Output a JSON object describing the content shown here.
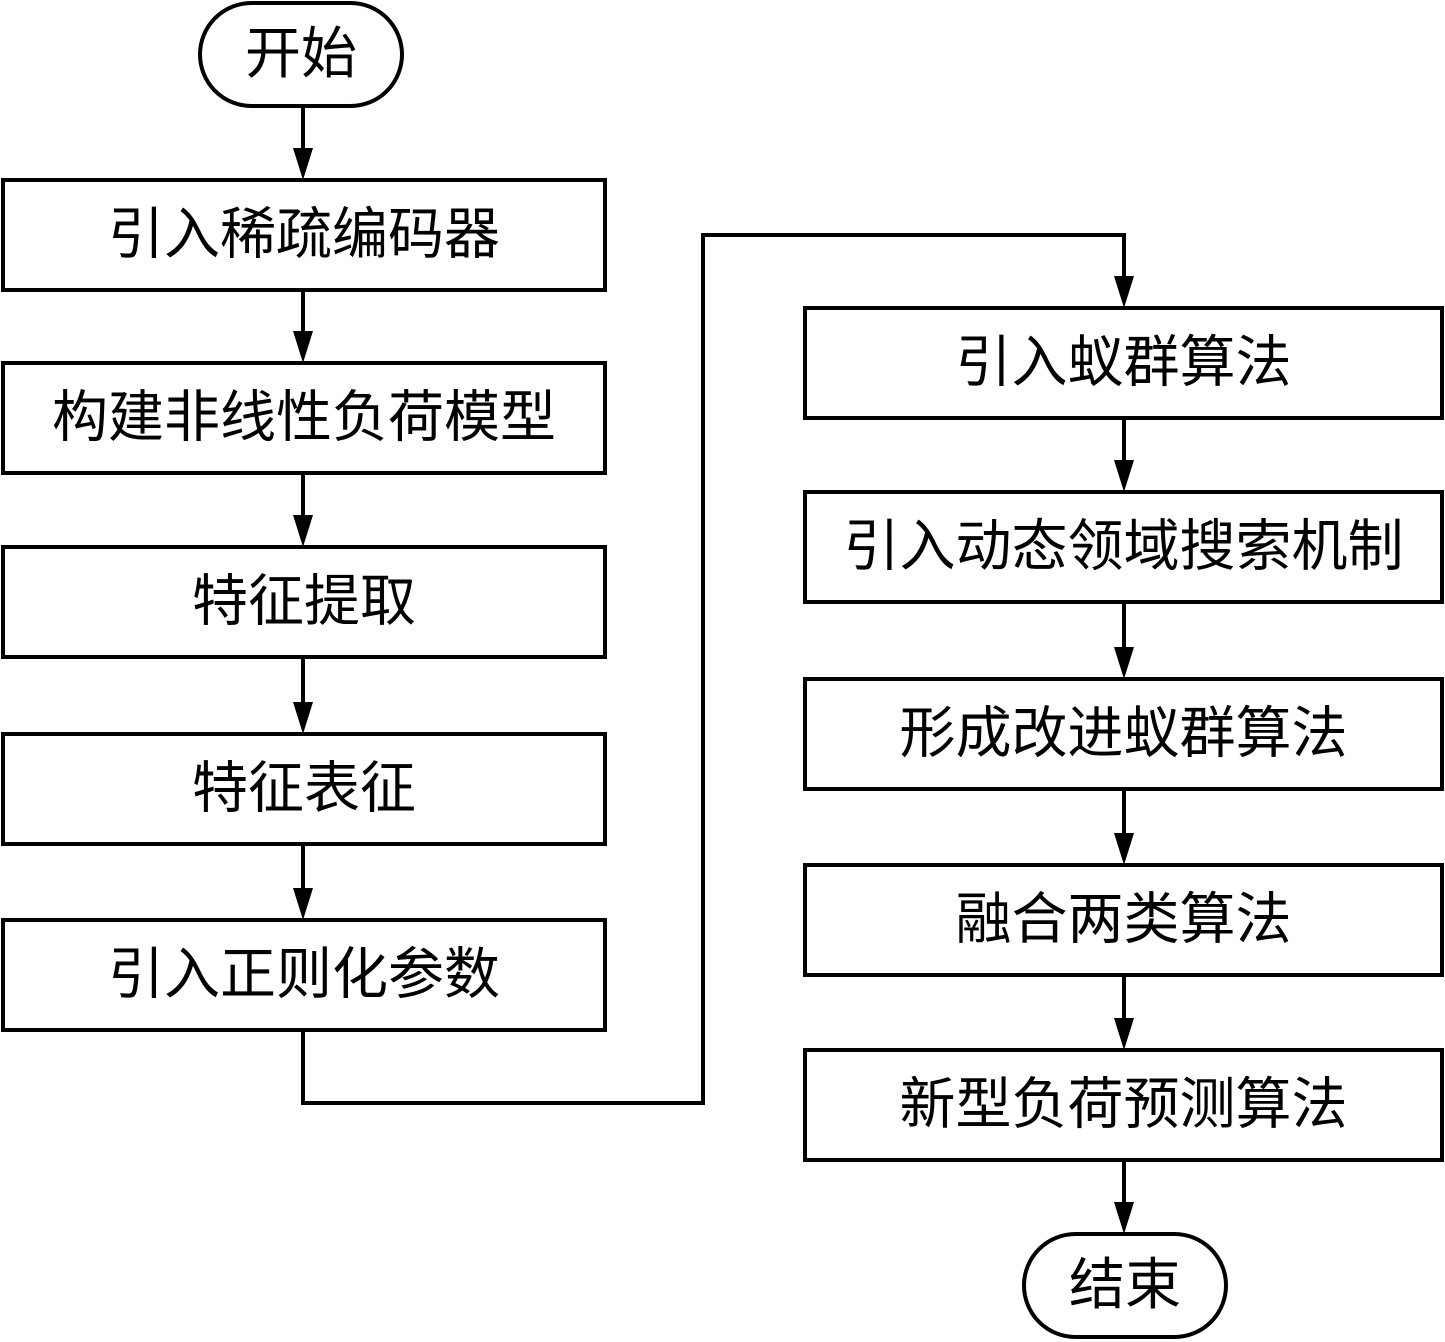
{
  "diagram": {
    "type": "flowchart",
    "colors": {
      "stroke": "#000000",
      "fill": "#ffffff",
      "text": "#000000"
    },
    "nodes": [
      {
        "id": "start",
        "shape": "terminal",
        "label": "开始"
      },
      {
        "id": "n1",
        "shape": "process",
        "label": "引入稀疏编码器"
      },
      {
        "id": "n2",
        "shape": "process",
        "label": "构建非线性负荷模型"
      },
      {
        "id": "n3",
        "shape": "process",
        "label": "特征提取"
      },
      {
        "id": "n4",
        "shape": "process",
        "label": "特征表征"
      },
      {
        "id": "n5",
        "shape": "process",
        "label": "引入正则化参数"
      },
      {
        "id": "n6",
        "shape": "process",
        "label": "引入蚁群算法"
      },
      {
        "id": "n7",
        "shape": "process",
        "label": "引入动态领域搜索机制"
      },
      {
        "id": "n8",
        "shape": "process",
        "label": "形成改进蚁群算法"
      },
      {
        "id": "n9",
        "shape": "process",
        "label": "融合两类算法"
      },
      {
        "id": "n10",
        "shape": "process",
        "label": "新型负荷预测算法"
      },
      {
        "id": "end",
        "shape": "terminal",
        "label": "结束"
      }
    ],
    "edges": [
      {
        "from": "start",
        "to": "n1"
      },
      {
        "from": "n1",
        "to": "n2"
      },
      {
        "from": "n2",
        "to": "n3"
      },
      {
        "from": "n3",
        "to": "n4"
      },
      {
        "from": "n4",
        "to": "n5"
      },
      {
        "from": "n5",
        "to": "n6"
      },
      {
        "from": "n6",
        "to": "n7"
      },
      {
        "from": "n7",
        "to": "n8"
      },
      {
        "from": "n8",
        "to": "n9"
      },
      {
        "from": "n9",
        "to": "n10"
      },
      {
        "from": "n10",
        "to": "end"
      }
    ]
  }
}
